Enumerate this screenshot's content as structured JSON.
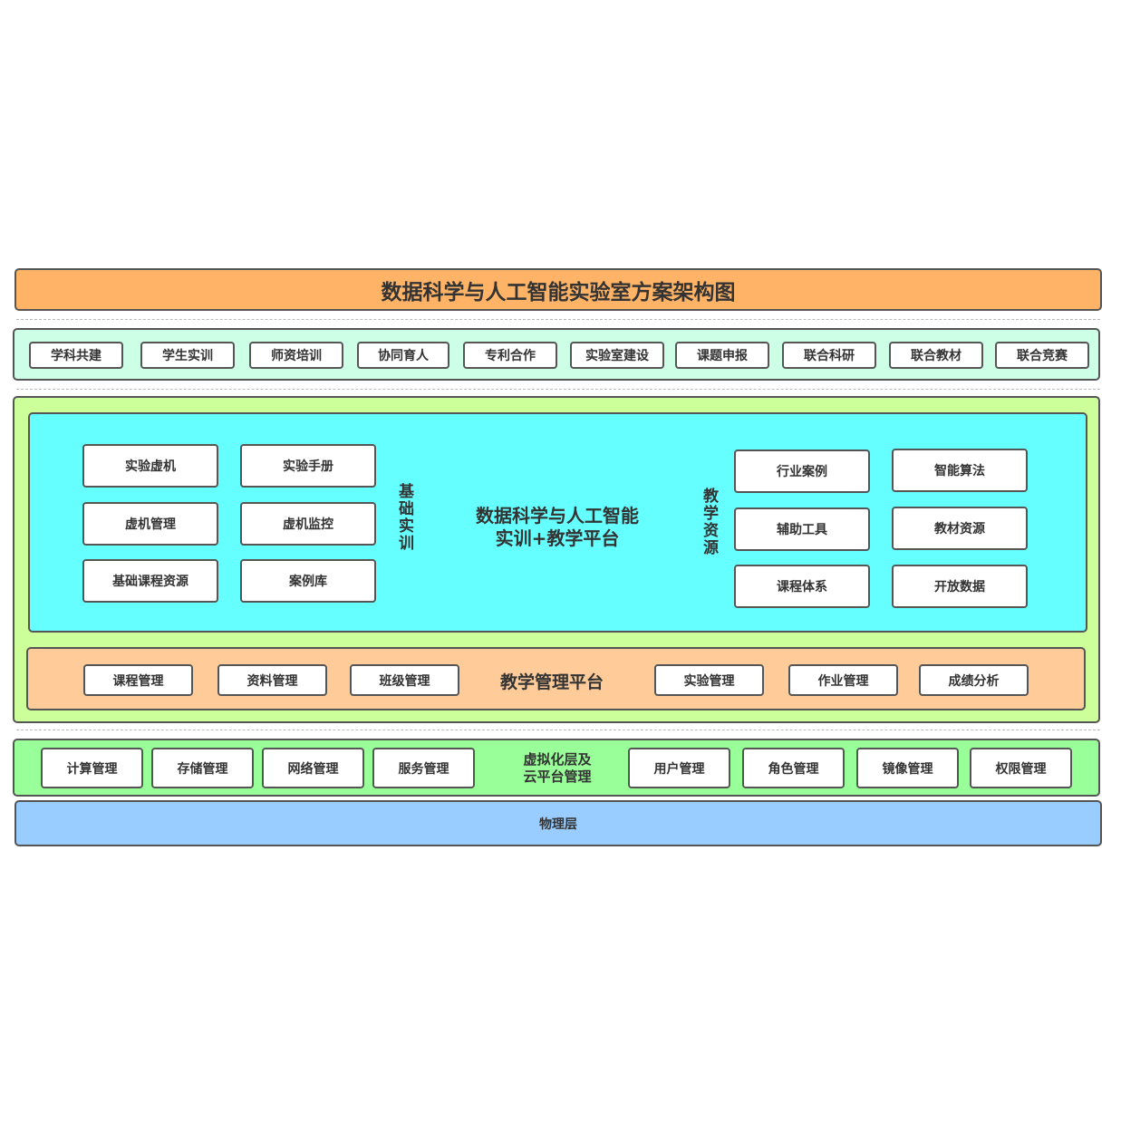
{
  "title": "数据科学与人工智能实验室方案架构图",
  "colors": {
    "title_bg": "#ffb366",
    "coop_bg": "#ccffe6",
    "mid_bg": "#ccff99",
    "platform_bg": "#66ffff",
    "mgmt_bg": "#ffcc99",
    "virt_bg": "#99ff99",
    "phys_bg": "#99ccff",
    "border": "#555555"
  },
  "cooperation": [
    "学科共建",
    "学生实训",
    "师资培训",
    "协同育人",
    "专利合作",
    "实验室建设",
    "课题申报",
    "联合科研",
    "联合教材",
    "联合竞赛"
  ],
  "platform": {
    "title_line1": "数据科学与人工智能",
    "title_line2": "实训+教学平台",
    "basic_label": "基础实训",
    "basic_items": [
      "实验虚机",
      "实验手册",
      "虚机管理",
      "虚机监控",
      "基础课程资源",
      "案例库"
    ],
    "resource_label": "教学资源",
    "resource_items": [
      "行业案例",
      "智能算法",
      "辅助工具",
      "教材资源",
      "课程体系",
      "开放数据"
    ]
  },
  "management": {
    "title": "教学管理平台",
    "items": [
      "课程管理",
      "资料管理",
      "班级管理",
      "实验管理",
      "作业管理",
      "成绩分析"
    ]
  },
  "virtualization": {
    "title_line1": "虚拟化层及",
    "title_line2": "云平台管理",
    "items": [
      "计算管理",
      "存储管理",
      "网络管理",
      "服务管理",
      "用户管理",
      "角色管理",
      "镜像管理",
      "权限管理"
    ]
  },
  "physical": {
    "label": "物理层"
  }
}
